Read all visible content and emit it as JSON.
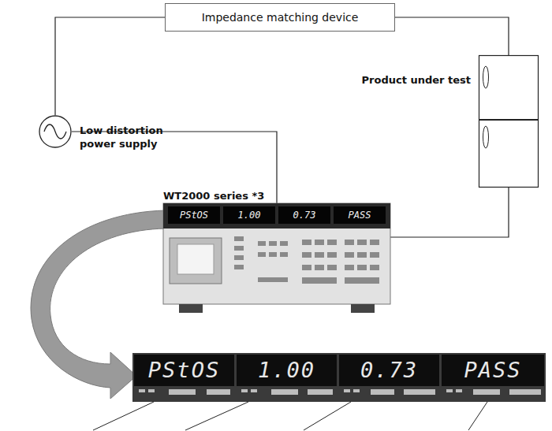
{
  "diagram": {
    "nodes": [
      {
        "text": [
          "Impedance matching device"
        ]
      },
      {
        "text": [
          "Low distortion power supply"
        ]
      },
      {
        "text": [
          "Product under test"
        ]
      },
      {
        "text": [
          "WT2000 series *3"
        ]
      }
    ],
    "edges": [
      {
        "from": 1,
        "to": 0,
        "arrow": "none"
      },
      {
        "from": 0,
        "to": 2,
        "arrow": "none"
      },
      {
        "from": 2,
        "to": 3,
        "arrow": "none"
      },
      {
        "from": 3,
        "to": 1,
        "arrow": "none"
      }
    ],
    "labels": [
      "PStOS",
      "1.00",
      "0.73",
      "PASS",
      "PStOS",
      "1.00",
      "0.73",
      "PASS"
    ]
  }
}
